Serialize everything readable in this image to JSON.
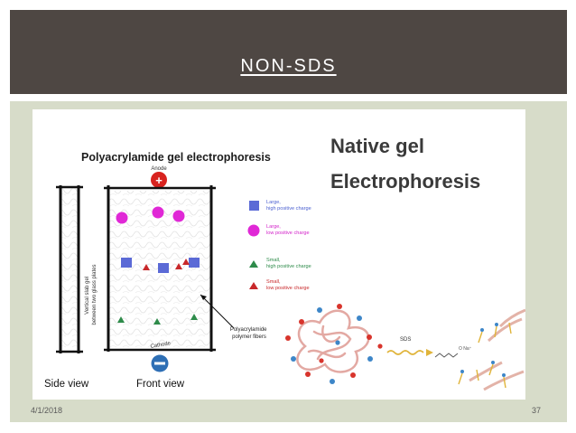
{
  "slide": {
    "title": "NON-SDS",
    "date": "4/1/2018",
    "page_number": "37",
    "header_color": "#4e4743",
    "content_bg_color": "#d7dcc9"
  },
  "figure": {
    "left_title": "Polyacrylamide gel electrophoresis",
    "right_title_line1": "Native gel",
    "right_title_line2": "Electrophoresis",
    "anode_label": "Anode",
    "anode_symbol": "+",
    "cathode_label": "Cathode",
    "cathode_symbol": "−",
    "side_view_label": "Side view",
    "front_view_label": "Front view",
    "vertical_label_line1": "Vertical slab gel",
    "vertical_label_line2": "between two glass plates",
    "fibers_label_line1": "Polyacrylamide",
    "fibers_label_line2": "polymer fibers",
    "sds_label": "SDS",
    "legend": [
      {
        "line1": "Large,",
        "line2": "high positive charge",
        "shape": "square-icon",
        "color": "#5b6ad6"
      },
      {
        "line1": "Large,",
        "line2": "low positive charge",
        "shape": "circle-icon",
        "color": "#e028d6"
      },
      {
        "line1": "Small,",
        "line2": "high positive charge",
        "shape": "triangle-icon",
        "color": "#2e8b4a"
      },
      {
        "line1": "Small,",
        "line2": "low positive charge",
        "shape": "triangle-icon",
        "color": "#c8282a"
      }
    ]
  }
}
